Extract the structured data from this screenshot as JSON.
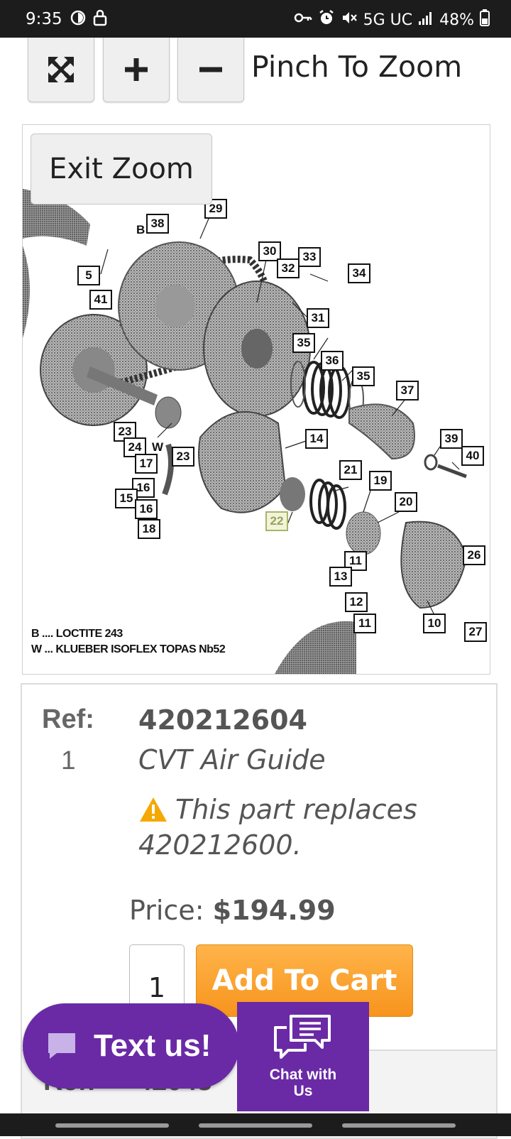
{
  "status_bar": {
    "time": "9:35",
    "network": "5G UC",
    "battery": "48%",
    "icons": [
      "data-saver-icon",
      "lock-icon",
      "key-icon",
      "alarm-icon",
      "mute-icon",
      "signal-icon",
      "battery-icon"
    ]
  },
  "zoom_controls": {
    "buttons": [
      "fullscreen-icon",
      "plus-icon",
      "minus-icon"
    ],
    "hint": "Pinch To Zoom"
  },
  "diagram": {
    "exit_label": "Exit Zoom",
    "callouts": [
      "29",
      "38",
      "30",
      "33",
      "32",
      "34",
      "5",
      "41",
      "31",
      "35",
      "36",
      "35",
      "37",
      "23",
      "24",
      "23",
      "14",
      "39",
      "40",
      "17",
      "16",
      "15",
      "16",
      "18",
      "21",
      "19",
      "20",
      "22",
      "11",
      "26",
      "13",
      "12",
      "11",
      "10",
      "27"
    ],
    "legend": [
      "B .... LOCTITE 243",
      "W ... KLUEBER ISOFLEX TOPAS Nb52"
    ],
    "markers": [
      "B",
      "W"
    ]
  },
  "part": {
    "ref_label": "Ref:",
    "ref_num": "1",
    "part_number": "420212604",
    "name": "CVT Air Guide",
    "replace_note": "This part replaces 420212600.",
    "price_label": "Price:",
    "price": "$194.99",
    "qty": "1",
    "add_to_cart": "Add To Cart"
  },
  "next_part": {
    "ref_label": "Ref:",
    "part_number_partial": "42043"
  },
  "chat": {
    "text_us": "Text us!",
    "chat_with_us": "Chat with Us"
  },
  "colors": {
    "accent_purple": "#6a2aa5",
    "cart_orange": "#f7941d",
    "warning_yellow": "#f5a800"
  }
}
